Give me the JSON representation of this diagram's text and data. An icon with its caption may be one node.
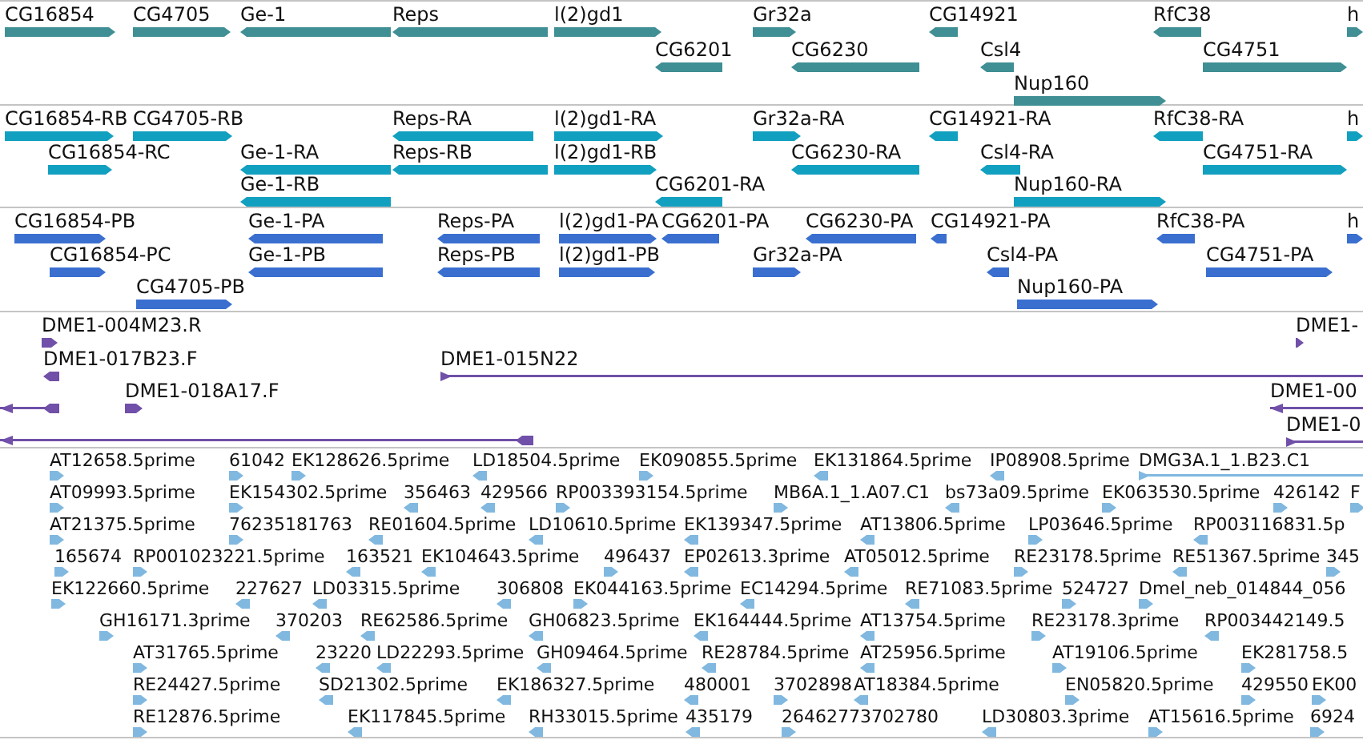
{
  "diagram": {
    "labels": [
      "CG16854",
      "CG4705",
      "Ge-1",
      "Reps",
      "l(2)gd1",
      "Gr32a",
      "CG14921",
      "RfC38",
      "h",
      "CG6201",
      "CG6230",
      "Csl4",
      "CG4751",
      "Nup160",
      "CG16854-RB",
      "CG4705-RB",
      "Reps-RA",
      "l(2)gd1-RA",
      "Gr32a-RA",
      "CG14921-RA",
      "RfC38-RA",
      "h",
      "CG16854-RC",
      "Ge-1-RA",
      "Reps-RB",
      "l(2)gd1-RB",
      "CG6230-RA",
      "Csl4-RA",
      "CG4751-RA",
      "Ge-1-RB",
      "CG6201-RA",
      "Nup160-RA",
      "CG16854-PB",
      "Ge-1-PA",
      "Reps-PA",
      "l(2)gd1-PA",
      "CG6201-PA",
      "CG6230-PA",
      "CG14921-PA",
      "RfC38-PA",
      "h",
      "CG16854-PC",
      "Ge-1-PB",
      "Reps-PB",
      "l(2)gd1-PB",
      "Gr32a-PA",
      "Csl4-PA",
      "CG4751-PA",
      "CG4705-PB",
      "Nup160-PA",
      "DME1-004M23.R",
      "DME1-",
      "DME1-017B23.F",
      "DME1-015N22",
      "DME1-018A17.F",
      "DME1-00",
      "DME1-0",
      "AT12658.5prime",
      "61042",
      "EK128626.5prime",
      "LD18504.5prime",
      "EK090855.5prime",
      "EK131864.5prime",
      "IP08908.5prime",
      "DMG3A.1_1.B23.C1",
      "AT09993.5prime",
      "EK154302.5prime",
      "356463",
      "429566",
      "RP003393154.5prime",
      "MB6A.1_1.A07.C1",
      "bs73a09.5prime",
      "EK063530.5prime",
      "426142",
      "F",
      "AT21375.5prime",
      "76235181763",
      "RE01604.5prime",
      "LD10610.5prime",
      "EK139347.5prime",
      "AT13806.5prime",
      "LP03646.5prime",
      "RP003116831.5p",
      "165674",
      "RP001023221.5prime",
      "163521",
      "EK104643.5prime",
      "496437",
      "EP02613.3prime",
      "AT05012.5prime",
      "RE23178.5prime",
      "RE51367.5prime",
      "345",
      "EK122660.5prime",
      "227627",
      "LD03315.5prime",
      "306808",
      "EK044163.5prime",
      "EC14294.5prime",
      "RE71083.5prime",
      "524727",
      "Dmel_neb_014844_056",
      "GH16171.3prime",
      "370203",
      "RE62586.5prime",
      "GH06823.5prime",
      "EK164444.5prime",
      "AT13754.5prime",
      "RE23178.3prime",
      "RP003442149.5",
      "AT31765.5prime",
      "23220",
      "LD22293.5prime",
      "GH09464.5prime",
      "RE28784.5prime",
      "AT25956.5prime",
      "AT19106.5prime",
      "EK281758.5",
      "RE24427.5prime",
      "SD21302.5prime",
      "EK186327.5prime",
      "480001",
      "3702898",
      "AT18384.5prime",
      "EN05820.5prime",
      "429550",
      "EK00",
      "RE12876.5prime",
      "EK117845.5prime",
      "RH33015.5prime",
      "435179",
      "26462773702780",
      "LD30803.3prime",
      "AT15616.5prime",
      "6924"
    ]
  }
}
